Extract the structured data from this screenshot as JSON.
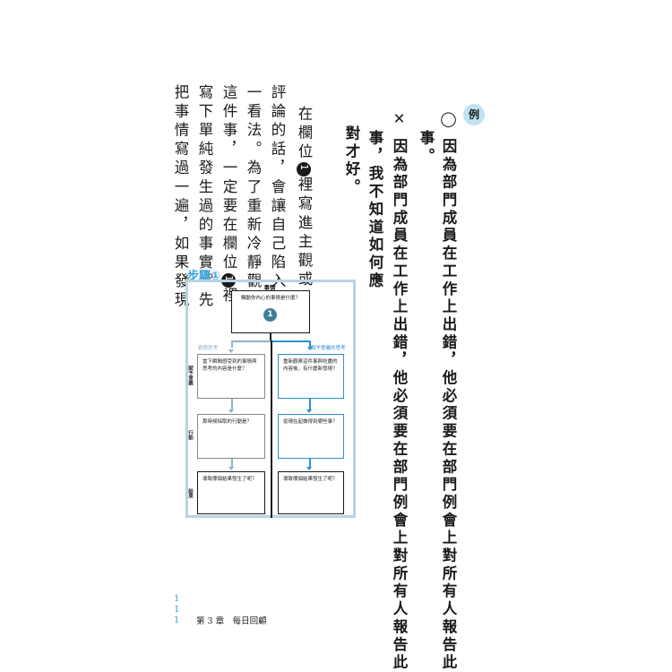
{
  "example": {
    "badge": "例",
    "good_line1": "◯ 因為部門成員在工作上出錯，他必須要在部門例會上對所有人報告此",
    "good_line2": "事。",
    "bad_line1": "✕ 因為部門成員在工作上出錯，他必須要在部門例會上對所有人報告此",
    "bad_line2": "事，我不知道如何應",
    "bad_line3": "對才好。"
  },
  "body": {
    "col1_pre": "在欄位",
    "col1_mark": "1",
    "col1_post": "裡寫進主觀或",
    "col2": "評論的話，會讓自己陷入單",
    "col3": "一看法。為了重新冷靜觀察",
    "col4_pre": "這件事，一定要在欄位",
    "col4_mark": "1",
    "col4_post": "裡",
    "col5": "寫下單純發生過的事實。先",
    "col6": "把事情寫過一遍，如果發現"
  },
  "diagram": {
    "step_label": "步驟①",
    "col_head": "事情",
    "top_box_text": "觸動你內心的事情是什麼？",
    "top_box_mark": "1",
    "left_head": "觀際思考",
    "right_head": "賦予意義的思考",
    "row_meaning": "賦予意義",
    "row_action": "行動",
    "row_result": "結果",
    "left_box1": "當下瞬間感受到的事情與思考的內容是什麼？",
    "left_box2": "那時候採取的行動是？",
    "left_box3": "導致哪個結果發生了呢？",
    "right_box1": "重新觀察這件事與吃盡的內容後，有什麼新發現？",
    "right_box2": "從現在起做得到哪些事？",
    "right_box3": "導致哪個結果發生了呢？",
    "colors": {
      "accent": "#3a9fd6",
      "frame": "#b7d4e3",
      "circle": "#3d7f96",
      "grey_line": "#8fb4c6",
      "blue_line": "#2e90d1"
    }
  },
  "footer": {
    "marks": [
      "1",
      "1",
      "1"
    ],
    "chapter": "第 3 章　每日回顧"
  }
}
